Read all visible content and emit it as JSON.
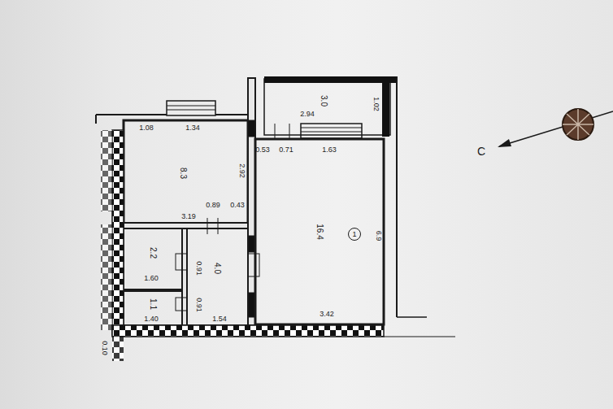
{
  "diagram": {
    "nodes": [
      {
        "text": [
          "3.0"
        ]
      },
      {
        "text": [
          "8.3"
        ]
      },
      {
        "text": [
          "16.4"
        ]
      },
      {
        "text": [
          "1"
        ],
        "in": 2
      },
      {
        "text": [
          "2.2"
        ]
      },
      {
        "text": [
          "4.0"
        ]
      },
      {
        "text": [
          "1.1"
        ]
      }
    ],
    "labels": [
      "2.94",
      "1.02",
      "1.08",
      "1.34",
      "0.53",
      "0.71",
      "1.63",
      "2.92",
      "0.89",
      "0.43",
      "3.19",
      "6.9",
      "1.60",
      "0.91",
      "0.91",
      "1.40",
      "1.54",
      "3.42",
      "0.10",
      "С"
    ]
  }
}
